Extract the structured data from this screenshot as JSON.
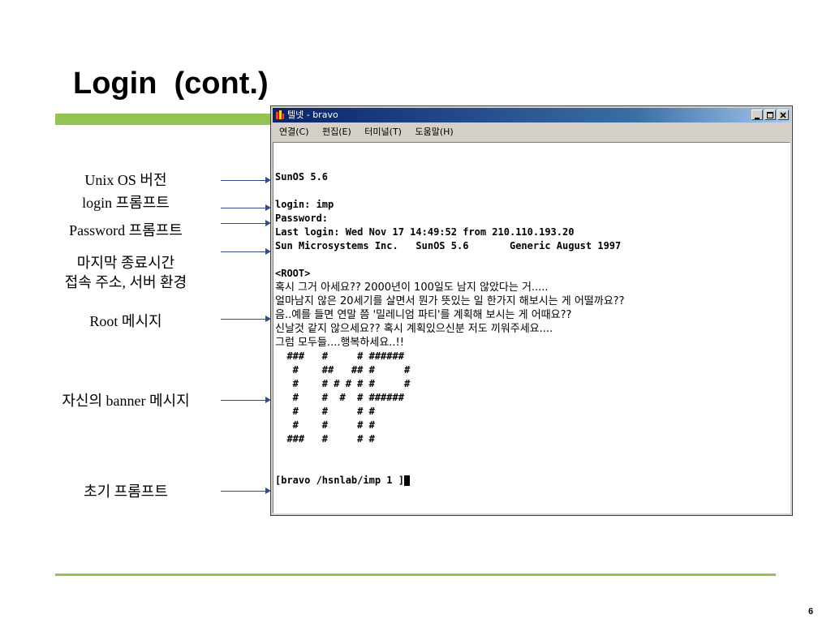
{
  "slide": {
    "title": "Login  (cont.)",
    "page_number": "6",
    "accent_color": "#92c353"
  },
  "annotations": [
    {
      "label": "Unix OS 버전"
    },
    {
      "label": "login 프롬프트"
    },
    {
      "label": "Password 프롬프트"
    },
    {
      "label": "마지막 종료시간\n접속 주소, 서버 환경"
    },
    {
      "label": "Root 메시지"
    },
    {
      "label": "자신의 banner 메시지"
    },
    {
      "label": "초기 프롬프트"
    }
  ],
  "window": {
    "title": "텔넷 - bravo",
    "controls": {
      "minimize": "minimize-icon",
      "maximize": "maximize-icon",
      "close": "close-icon"
    },
    "menu": [
      "연결(C)",
      "편집(E)",
      "터미널(T)",
      "도움말(H)"
    ],
    "terminal_lines": [
      "SunOS 5.6",
      "",
      "login: imp",
      "Password:",
      "Last login: Wed Nov 17 14:49:52 from 210.110.193.20",
      "Sun Microsystems Inc.   SunOS 5.6       Generic August 1997",
      "",
      "<ROOT>",
      "혹시 그거 아세요?? 2000년이 100일도 남지 않았다는 거.....",
      "얼마남지 않은 20세기를 살면서 뭔가 뜻있는 일 한가지 해보시는 게 어떨까요??",
      "음..예를 들면 연말 쯤 '밀레니엄 파티'를 계획해 보시는 게 어때요??",
      "신날것 같지 않으세요?? 혹시 계획있으신분 저도 끼워주세요....",
      "그럼 모두들....행복하세요..!!",
      "  ###   #     # ######",
      "   #    ##   ## #     #",
      "   #    # # # # #     #",
      "   #    #  #  # ######",
      "   #    #     # #",
      "   #    #     # #",
      "  ###   #     # #",
      "",
      "",
      "[bravo /hsnlab/imp 1 ]"
    ]
  }
}
